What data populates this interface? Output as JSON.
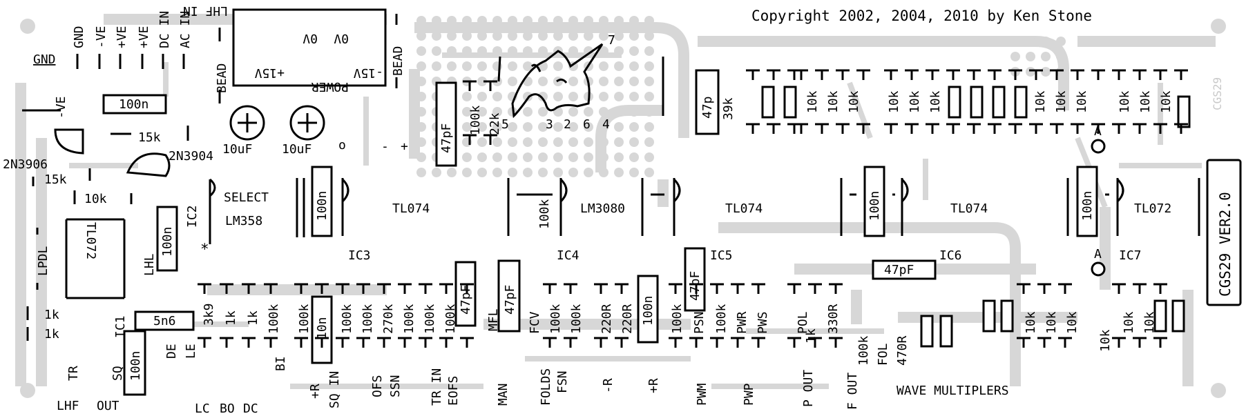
{
  "copyright": "Copyright 2002, 2004, 2010 by Ken Stone",
  "board_id": "CGS29 VER2.0",
  "faint_code": "CGS29",
  "section_title": "WAVE MULTIPLERS",
  "ic_chips": [
    {
      "name": "TL074",
      "ref": "IC3"
    },
    {
      "name": "LM3080",
      "ref": "IC4"
    },
    {
      "name": "TL074",
      "ref": "IC5"
    },
    {
      "name": "TL074",
      "ref": "IC6"
    },
    {
      "name": "TL072",
      "ref": "IC7"
    }
  ],
  "ic2_ref": "IC2",
  "ic2_select": "SELECT",
  "ic2_name": "LM358",
  "ic1_ref": "IC1",
  "ic1_name": "TL072",
  "power_block": {
    "left_rail": "+15V",
    "right_rail": "-15V",
    "zero_left": "0V",
    "zero_right": "0V",
    "label": "POWER"
  },
  "bead": "BEAD",
  "power_pins": [
    "GND",
    "-VE",
    "+VE",
    "+VE",
    "DC IN",
    "AC IN"
  ],
  "lhf_top": "LHF IN",
  "gnd_left": "GND",
  "ve_left": "-VE",
  "transistors": [
    "2N3906",
    "2N3904"
  ],
  "electrolytics": [
    "10uF",
    "10uF"
  ],
  "rail_marks": [
    "o",
    "-",
    "+"
  ],
  "pin_numbers": [
    "5",
    "3",
    "2",
    "6",
    "4",
    "7"
  ],
  "cap_47pF": "47pF",
  "cap_47p": "47p",
  "cap_100n": "100n",
  "cap_10n": "10n",
  "cap_5n6": "5n6",
  "res_15k": "15k",
  "res_10k": "10k",
  "res_1k": "1k",
  "res_100k": "100k",
  "res_22k": "22k",
  "res_39k": "39k",
  "res_3k9": "3k9",
  "res_270k": "270k",
  "res_220R": "220R",
  "res_330R": "330R",
  "res_470R": "470R",
  "trim_lpdl": "LPDL",
  "trim_lhl": "LHL",
  "trims": [
    "MFL",
    "FCV",
    "PSN",
    "PWR",
    "PWS",
    "POL",
    "FOL"
  ],
  "test_point": "A",
  "bottom_labels": [
    "TR",
    "LHF",
    "OUT",
    "SQ",
    "DE",
    "LE",
    "LC",
    "BO",
    "DC",
    "BI",
    "+R",
    "SQ IN",
    "OFS",
    "SSN",
    "TR IN",
    "EOFS",
    "MAN",
    "FOLDS",
    "FSN",
    "-R",
    "+R",
    "PWM",
    "PWP",
    "P OUT",
    "F OUT"
  ]
}
